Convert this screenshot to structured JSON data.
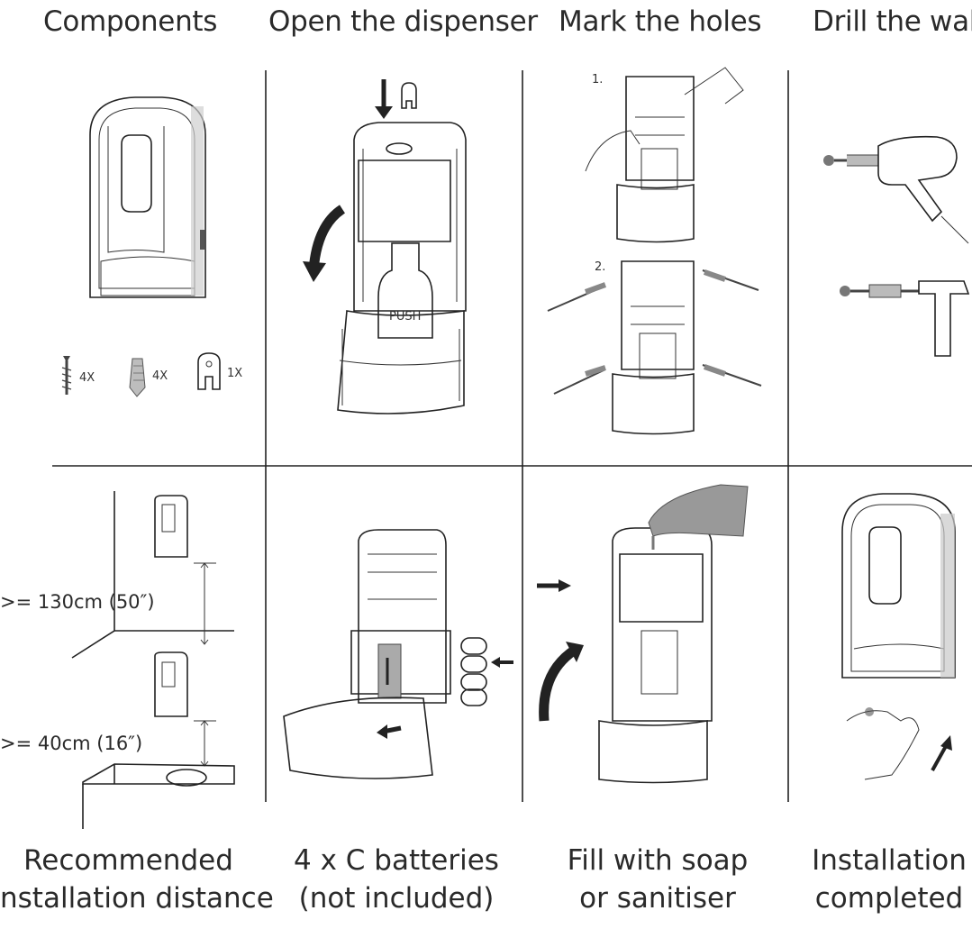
{
  "headers": {
    "components": "Components",
    "open": "Open the dispenser",
    "mark": "Mark the holes",
    "drill": "Drill the wal"
  },
  "captions": {
    "distance_line1": "Recommended",
    "distance_line2": "nstallation distance",
    "batteries_line1": "4 x C batteries",
    "batteries_line2": "(not included)",
    "fill_line1": "Fill with soap",
    "fill_line2": "or sanitiser",
    "done_line1": "Installation",
    "done_line2": "completed"
  },
  "components": {
    "screw_qty": "4X",
    "anchor_qty": "4X",
    "bracket_qty": "1X"
  },
  "open_panel": {
    "push_label": "PUSH"
  },
  "mark_panel": {
    "step1": "1.",
    "step2": "2."
  },
  "distances": {
    "upper": ">= 130cm (50″)",
    "lower": ">= 40cm (16″)"
  },
  "colors": {
    "line": "#222222",
    "fill_gray": "#bdbdbd",
    "dark_gray": "#555555"
  }
}
